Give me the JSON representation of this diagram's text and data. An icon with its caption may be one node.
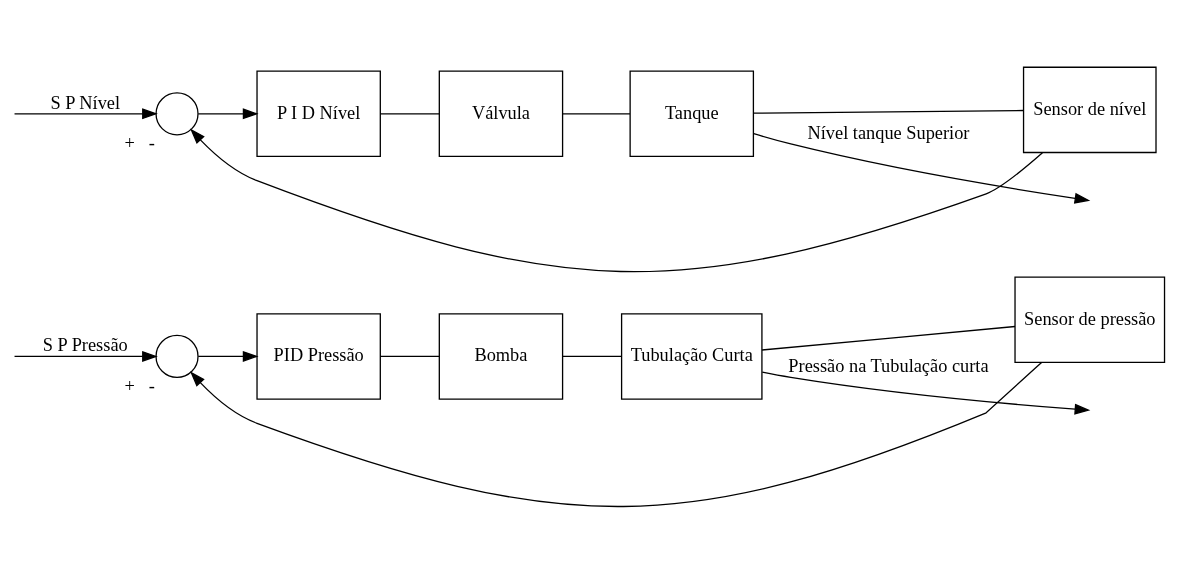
{
  "diagram": {
    "nodes": [
      {
        "text": [],
        "shape": "circle",
        "beside": [
          "+",
          "-"
        ]
      },
      {
        "text": [
          "PID Pressão"
        ]
      },
      {
        "text": [
          "Bomba"
        ]
      },
      {
        "text": [
          "Tubulação Curta"
        ]
      },
      {
        "text": [
          "Sensor de pressão"
        ]
      },
      {
        "text": [],
        "shape": "circle",
        "beside": [
          "+",
          "-"
        ]
      },
      {
        "text": [
          "P I D Nível"
        ]
      },
      {
        "text": [
          "Válvula"
        ]
      },
      {
        "text": [
          "Tanque"
        ]
      },
      {
        "text": [
          "Sensor de nível"
        ]
      }
    ],
    "edges": [
      {
        "from": null,
        "to": 0,
        "arrow": "to",
        "label": "S P Pressão"
      },
      {
        "from": 0,
        "to": 1,
        "arrow": "to"
      },
      {
        "from": 1,
        "to": 2,
        "arrow": "none"
      },
      {
        "from": 2,
        "to": 3,
        "arrow": "none"
      },
      {
        "from": 3,
        "to": null,
        "arrow": "to",
        "label": "Pressão na Tubulação curta"
      },
      {
        "from": 3,
        "to": 4,
        "arrow": "none"
      },
      {
        "from": 4,
        "to": 0,
        "arrow": "to"
      },
      {
        "from": null,
        "to": 5,
        "arrow": "to",
        "label": "S P Nível"
      },
      {
        "from": 5,
        "to": 6,
        "arrow": "to"
      },
      {
        "from": 6,
        "to": 7,
        "arrow": "none"
      },
      {
        "from": 7,
        "to": 8,
        "arrow": "none"
      },
      {
        "from": 8,
        "to": null,
        "arrow": "to",
        "label": "Nível tanque Superior"
      },
      {
        "from": 8,
        "to": 9,
        "arrow": "none"
      },
      {
        "from": 9,
        "to": 5,
        "arrow": "to"
      }
    ]
  }
}
